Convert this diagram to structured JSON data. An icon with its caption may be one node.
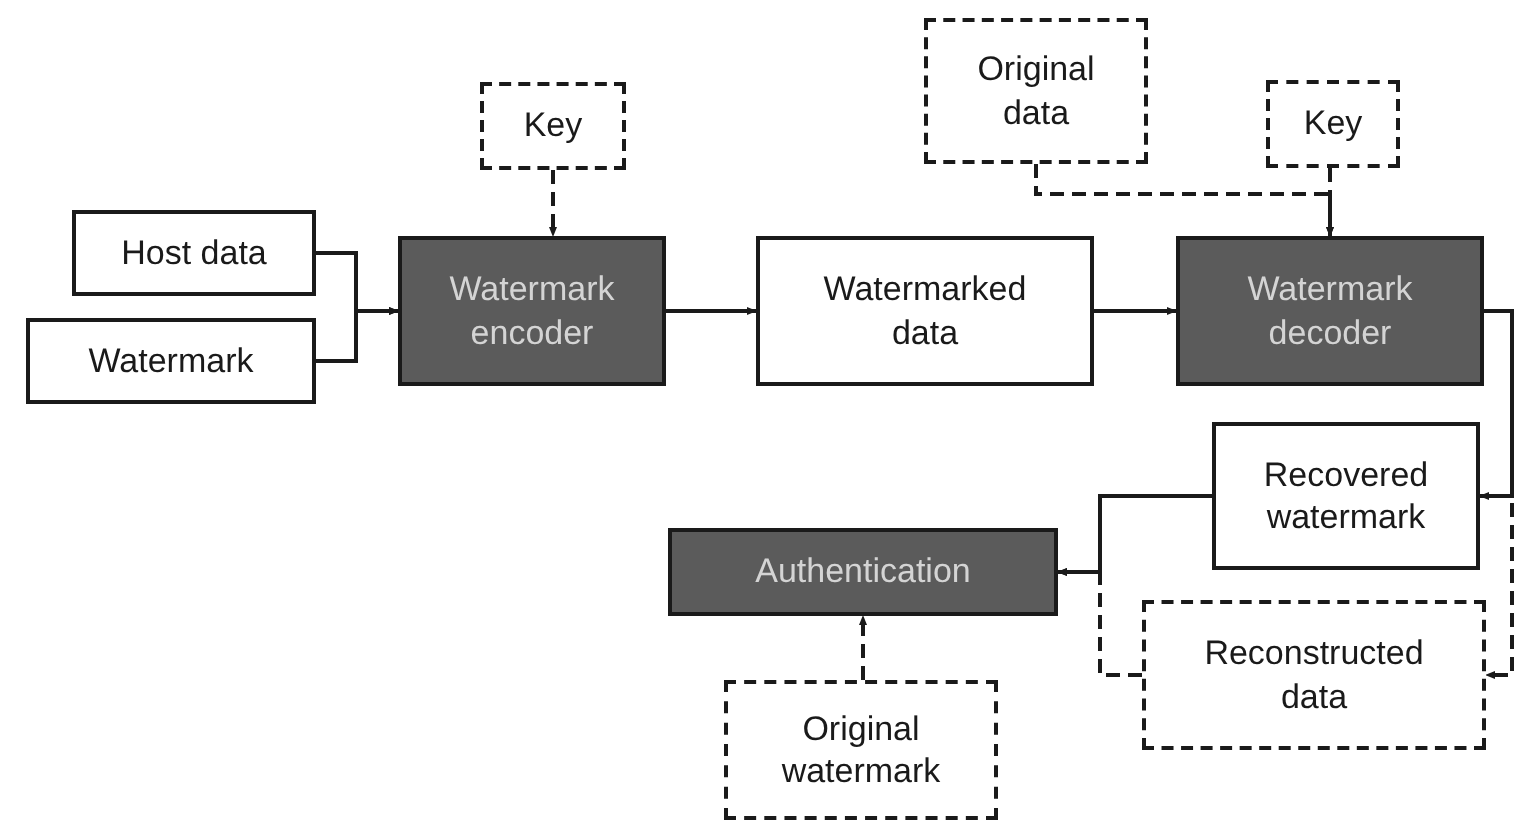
{
  "diagram": {
    "nodes": [
      {
        "text": [
          "Host data"
        ]
      },
      {
        "text": [
          "Watermark"
        ]
      },
      {
        "text": [
          "Key"
        ]
      },
      {
        "text": [
          "Watermark encoder"
        ]
      },
      {
        "text": [
          "Watermarked data"
        ]
      },
      {
        "text": [
          "Original data"
        ]
      },
      {
        "text": [
          "Key"
        ]
      },
      {
        "text": [
          "Watermark decoder"
        ]
      },
      {
        "text": [
          "Recovered watermark"
        ]
      },
      {
        "text": [
          "Reconstructed data"
        ]
      },
      {
        "text": [
          "Authentication"
        ]
      },
      {
        "text": [
          "Original watermark"
        ]
      }
    ],
    "edges": [
      {
        "from": 0,
        "to": 3,
        "arrow": "to"
      },
      {
        "from": 1,
        "to": 3,
        "arrow": "to"
      },
      {
        "from": 2,
        "to": 3,
        "arrow": "to",
        "style": "dashed"
      },
      {
        "from": 3,
        "to": 4,
        "arrow": "to"
      },
      {
        "from": 4,
        "to": 7,
        "arrow": "to"
      },
      {
        "from": 5,
        "to": 7,
        "arrow": "to",
        "style": "dashed"
      },
      {
        "from": 6,
        "to": 7,
        "arrow": "to",
        "style": "dashed"
      },
      {
        "from": 7,
        "to": 8,
        "arrow": "to"
      },
      {
        "from": 7,
        "to": 9,
        "arrow": "to",
        "style": "dashed"
      },
      {
        "from": 8,
        "to": 10,
        "arrow": "to"
      },
      {
        "from": 9,
        "to": 10,
        "arrow": "to",
        "style": "dashed"
      },
      {
        "from": 11,
        "to": 10,
        "arrow": "to",
        "style": "dashed"
      }
    ]
  }
}
